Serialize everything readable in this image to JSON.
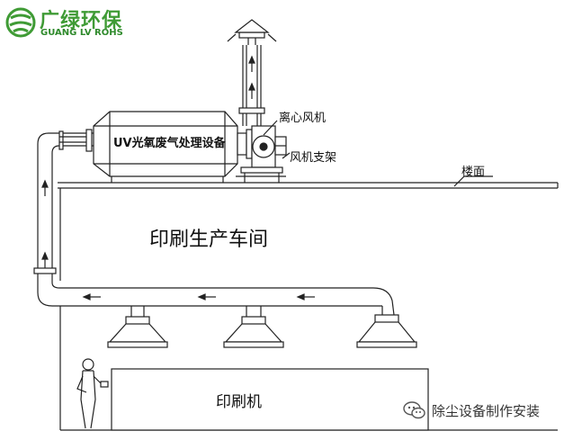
{
  "logo": {
    "name_cn": "广绿环保",
    "name_en": "GUANG LV ROHS",
    "brand_color": "#3f9b35"
  },
  "labels": {
    "equipment": "UV光氧废气处理设备",
    "fan": "离心风机",
    "fan_support": "风机支架",
    "floor": "楼面",
    "workshop": "印刷生产车间",
    "printer": "印刷机"
  },
  "watermark": {
    "text": "除尘设备制作安装",
    "icon": "wechat-icon"
  }
}
